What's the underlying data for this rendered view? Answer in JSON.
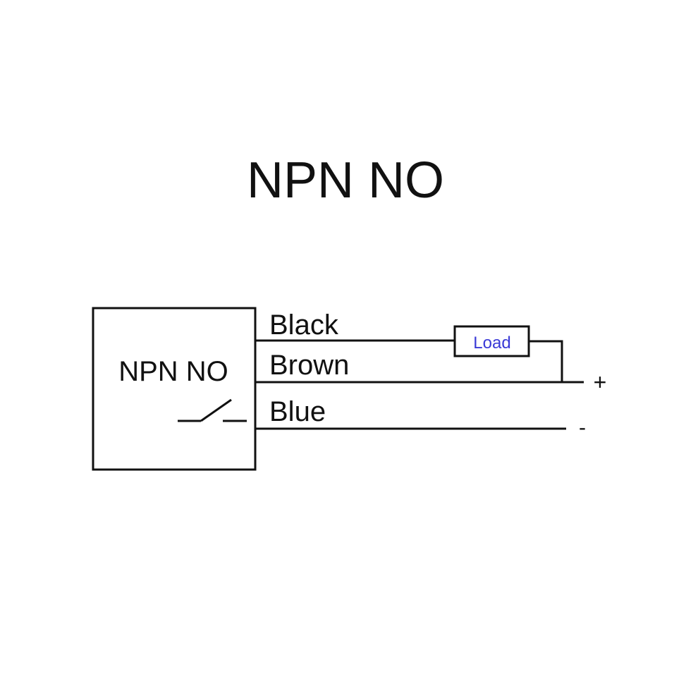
{
  "title": "NPN NO",
  "sensor": {
    "label": "NPN NO"
  },
  "wires": {
    "black": "Black",
    "brown": "Brown",
    "blue": "Blue"
  },
  "load": {
    "label": "Load"
  },
  "polarity": {
    "positive": "+",
    "negative": "-"
  },
  "colors": {
    "line": "#111111",
    "load_text": "#3a3ad6",
    "background": "#ffffff"
  }
}
